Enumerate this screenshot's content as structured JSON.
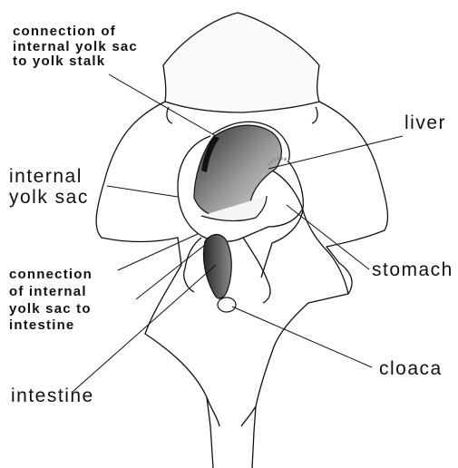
{
  "labels": {
    "yolk_stalk": "connection of\ninternal yolk sac\nto yolk stalk",
    "liver": "liver",
    "internal_yolk_sac": "internal\nyolk sac",
    "stomach": "stomach",
    "yolk_to_intestine": "connection\nof internal\nyolk sac to\nintestine",
    "cloaca": "cloaca",
    "intestine": "intestine"
  },
  "colors": {
    "ink": "#111111",
    "liver_dark": "#3a3a3a",
    "liver_light": "#bdbdbd",
    "intestine_fill": "#4a4a4a"
  }
}
